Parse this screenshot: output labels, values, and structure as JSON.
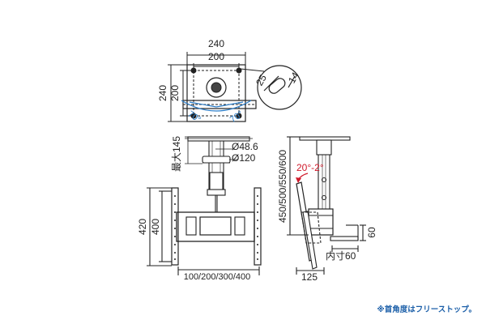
{
  "top_view": {
    "width_outer": "240",
    "width_inner": "200",
    "height_outer": "240",
    "height_inner": "200",
    "angle_left": "70°",
    "angle_right": "70°",
    "slot_dim_a": "25",
    "slot_dim_b": "14"
  },
  "front_view": {
    "max_label": "最大145",
    "pipe_diameter": "Ø48.6",
    "flange_diameter": "Ø120",
    "height_outer": "420",
    "height_inner": "400",
    "vesa_widths": "100/200/300/400"
  },
  "side_view": {
    "pole_lengths": "450/500/550/600",
    "tilt_range": "20°-2°",
    "dim_60_vertical": "60",
    "inner_60": "内寸60",
    "depth_125": "125"
  },
  "footnote": "※首角度はフリーストップ。",
  "colors": {
    "line": "#222222",
    "red": "#d0192a",
    "blue": "#2a7cc7",
    "note": "#1a5ea8"
  }
}
